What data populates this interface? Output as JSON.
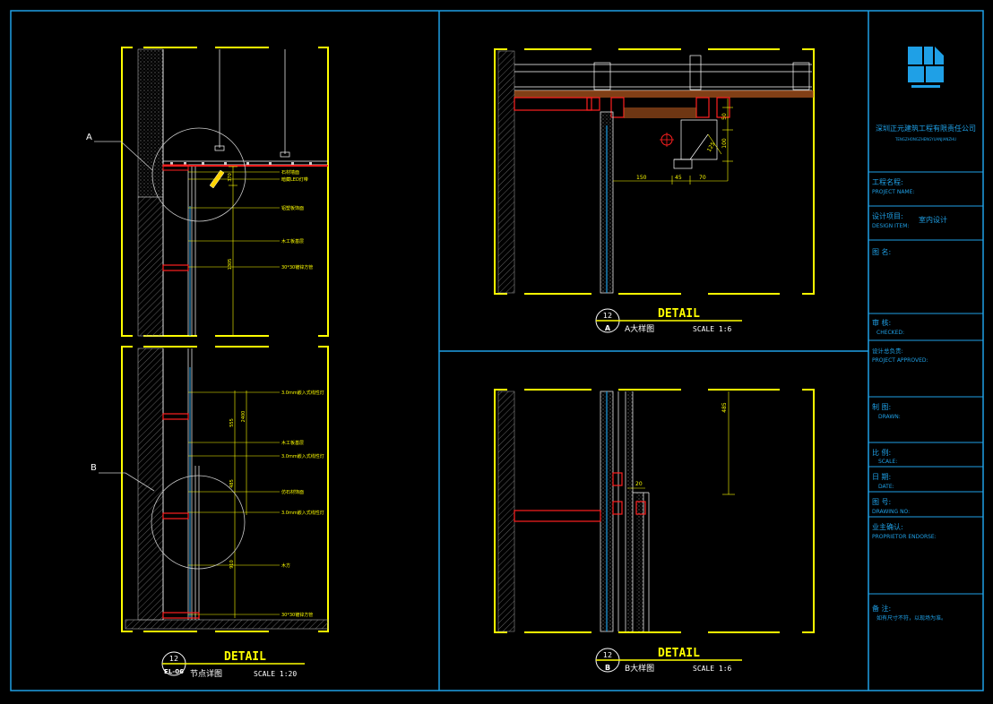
{
  "title_block": {
    "company_cn": "深圳正元建筑工程有限责任公司",
    "company_en": "TENGZHONGZHENGYUANJIANZHU",
    "project_name_cn": "工程名程:",
    "project_name_en": "PROJECT NAME:",
    "design_item_cn": "设计项目:",
    "design_item_en": "DESIGN ITEM:",
    "design_item_value": "室内设计",
    "drawing_name_cn": "图 名:",
    "checked_cn": "审    核:",
    "checked_en": "CHECKED:",
    "approved_cn": "设计总负责:",
    "approved_en": "PROJECT APPROVED:",
    "drawn_cn": "制    图:",
    "drawn_en": "DRAWN:",
    "scale_cn": "比    例:",
    "scale_en": "SCALE:",
    "date_cn": "日    期:",
    "date_en": "DATE:",
    "drawing_no_cn": "图    号:",
    "drawing_no_en": "DRAWING NO:",
    "endorse_cn": "业主确认:",
    "endorse_en": "PROPRIETOR ENDORSE:",
    "notes_cn": "备 注:",
    "notes_text": "如有尺寸不符，以现场为准。"
  },
  "details": {
    "left": {
      "number": "12",
      "sheet": "EL-06",
      "heading": "DETAIL",
      "name": "节点详图",
      "scale": "SCALE 1:20",
      "callout_a": "A",
      "callout_b": "B",
      "top_notes": [
        "石材墙面",
        "暗藏LED灯带",
        "铝塑板饰面",
        "木工板基层",
        "30*30镀锌方管"
      ],
      "bottom_notes": [
        "3.0mm嵌入式线性灯",
        "木工板基层",
        "3.0mm嵌入式线性灯",
        "仿石材饰面",
        "3.0mm嵌入式线性灯",
        "木方",
        "30*30镀锌方管"
      ],
      "dims": [
        "370",
        "1305",
        "2400",
        "555",
        "485",
        "910"
      ]
    },
    "a": {
      "number": "12",
      "sheet": "A",
      "heading": "DETAIL",
      "name": "A大样图",
      "scale": "SCALE 1:6",
      "dims": [
        "150",
        "45",
        "70",
        "50",
        "100",
        "125"
      ]
    },
    "b": {
      "number": "12",
      "sheet": "B",
      "heading": "DETAIL",
      "name": "B大样图",
      "scale": "SCALE 1:6",
      "dims": [
        "485",
        "20"
      ]
    }
  },
  "colors": {
    "frame": "#1fa0e6",
    "yellow": "#ffff00",
    "white": "#ffffff",
    "red": "#ff2020",
    "hatch": "#8a8a8a"
  }
}
